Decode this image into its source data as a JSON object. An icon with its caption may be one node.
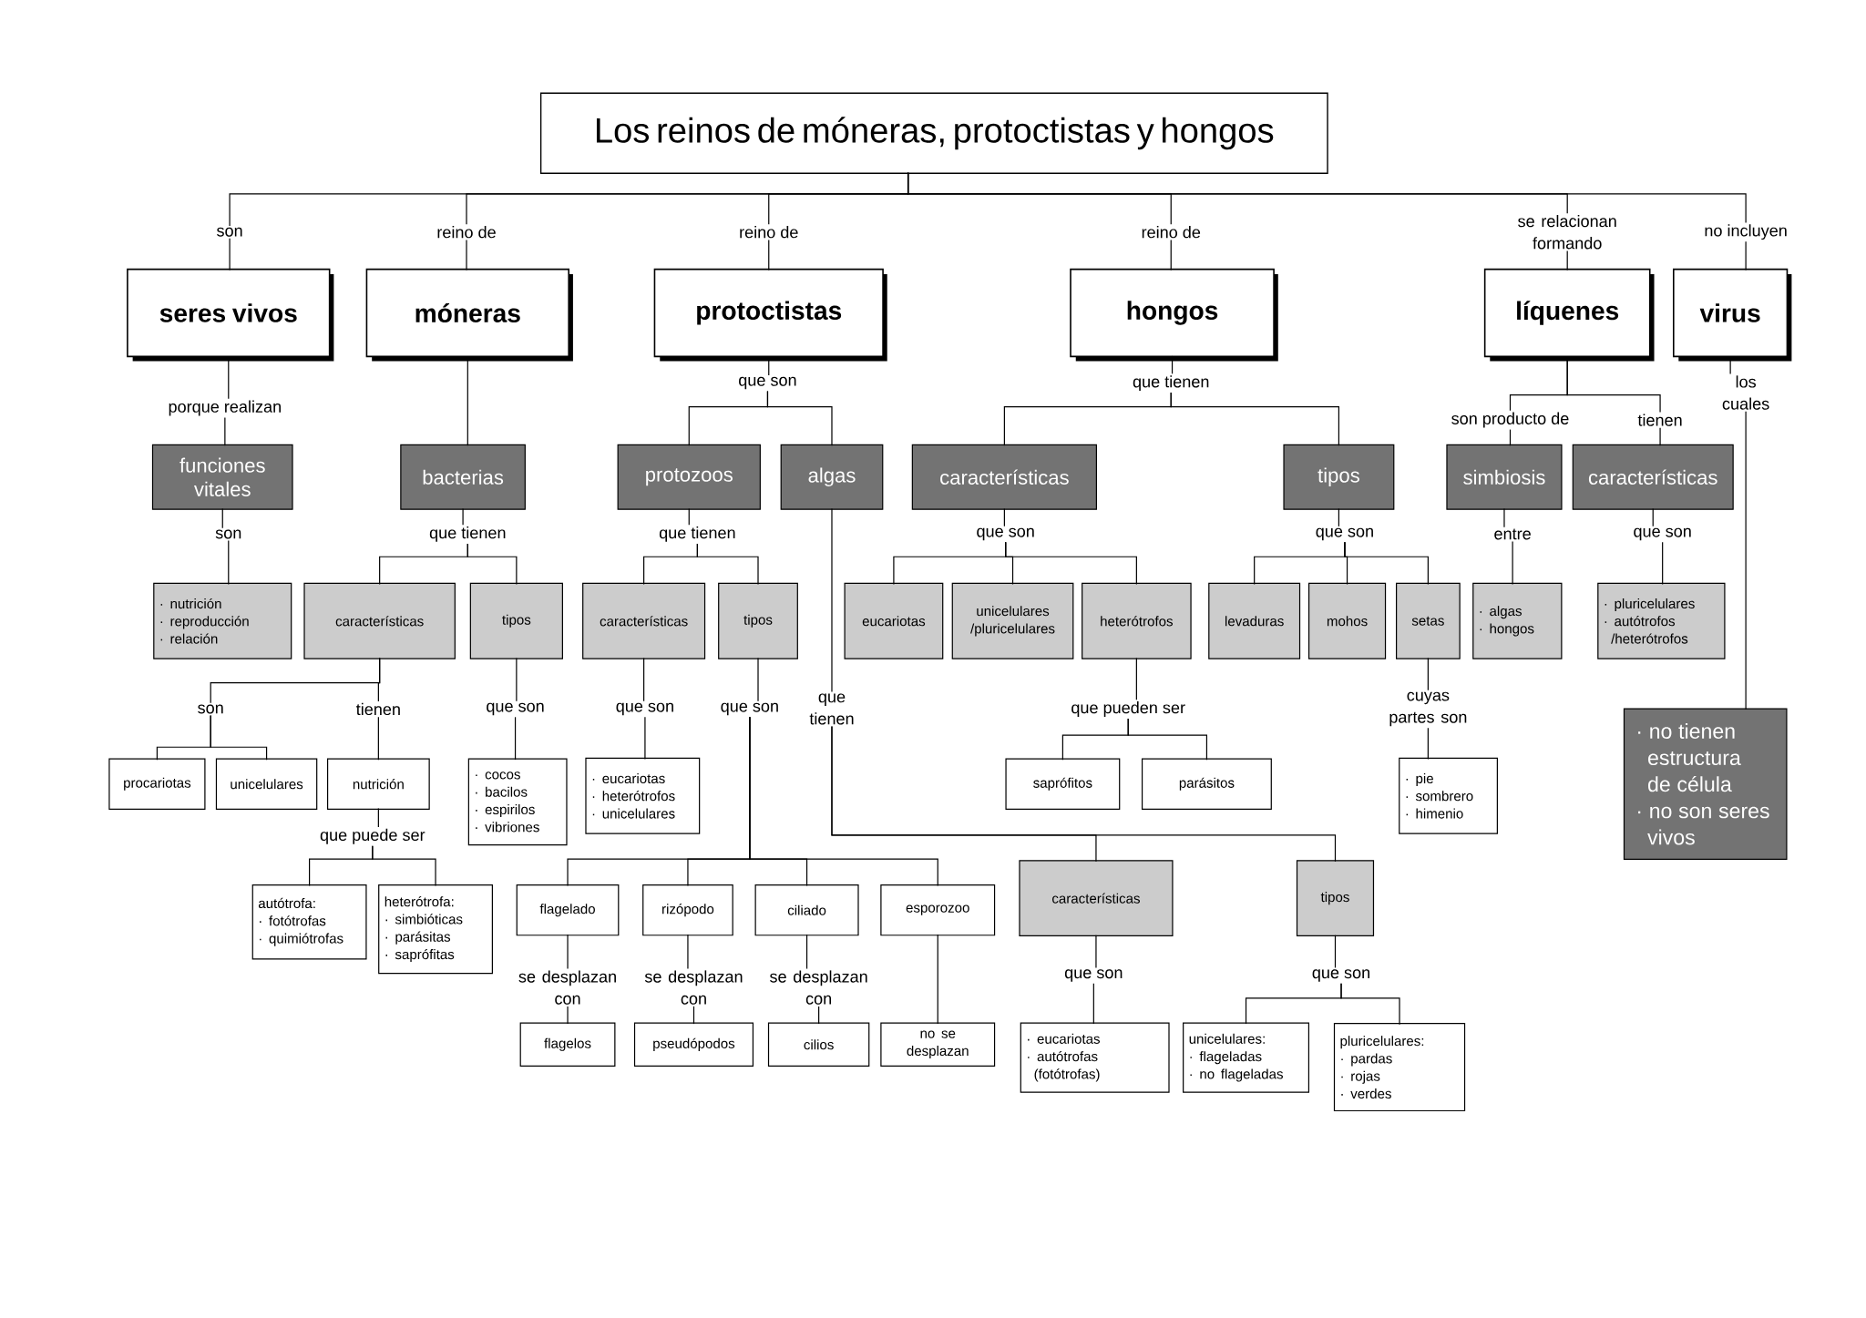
{
  "diagram": {
    "nodes": [
      {
        "text": [
          "Los reinos de móneras, protoctistas y hongos"
        ]
      },
      {
        "text": [
          "son"
        ]
      },
      {
        "text": [
          "reino de"
        ]
      },
      {
        "text": [
          "reino de"
        ]
      },
      {
        "text": [
          "reino de"
        ]
      },
      {
        "text": [
          "se relacionan formando"
        ]
      },
      {
        "text": [
          "no incluyen"
        ]
      },
      {
        "text": [
          "seres vivos"
        ]
      },
      {
        "text": [
          "móneras"
        ]
      },
      {
        "text": [
          "protoctistas"
        ]
      },
      {
        "text": [
          "hongos"
        ]
      },
      {
        "text": [
          "líquenes"
        ]
      },
      {
        "text": [
          "virus"
        ]
      },
      {
        "text": [
          "porque realizan"
        ]
      },
      {
        "text": [
          "que son"
        ]
      },
      {
        "text": [
          "que tienen"
        ]
      },
      {
        "text": [
          "son producto de"
        ]
      },
      {
        "text": [
          "tienen"
        ]
      },
      {
        "text": [
          "los cuales"
        ]
      },
      {
        "text": [
          "funciones vitales"
        ]
      },
      {
        "text": [
          "bacterias"
        ]
      },
      {
        "text": [
          "protozoos"
        ]
      },
      {
        "text": [
          "algas"
        ]
      },
      {
        "text": [
          "características"
        ]
      },
      {
        "text": [
          "tipos"
        ]
      },
      {
        "text": [
          "simbiosis"
        ]
      },
      {
        "text": [
          "características"
        ]
      },
      {
        "text": [
          "son"
        ]
      },
      {
        "text": [
          "que tienen"
        ]
      },
      {
        "text": [
          "que tienen"
        ]
      },
      {
        "text": [
          "que son"
        ]
      },
      {
        "text": [
          "que son"
        ]
      },
      {
        "text": [
          "entre"
        ]
      },
      {
        "text": [
          "que son"
        ]
      },
      {
        "text": [
          "· nutrición",
          "· reproducción",
          "· relación"
        ]
      },
      {
        "text": [
          "características"
        ]
      },
      {
        "text": [
          "tipos"
        ]
      },
      {
        "text": [
          "características"
        ]
      },
      {
        "text": [
          "tipos"
        ]
      },
      {
        "text": [
          "eucariotas"
        ]
      },
      {
        "text": [
          "unicelulares /pluricelulares"
        ]
      },
      {
        "text": [
          "heterótrofos"
        ]
      },
      {
        "text": [
          "levaduras"
        ]
      },
      {
        "text": [
          "mohos"
        ]
      },
      {
        "text": [
          "setas"
        ]
      },
      {
        "text": [
          "· algas",
          "· hongos"
        ]
      },
      {
        "text": [
          "· pluricelulares",
          "· autótrofos /heterótrofos"
        ]
      },
      {
        "text": [
          "son"
        ]
      },
      {
        "text": [
          "tienen"
        ]
      },
      {
        "text": [
          "que son"
        ]
      },
      {
        "text": [
          "que son"
        ]
      },
      {
        "text": [
          "que son"
        ]
      },
      {
        "text": [
          "que tienen"
        ]
      },
      {
        "text": [
          "que pueden ser"
        ]
      },
      {
        "text": [
          "cuyas partes son"
        ]
      },
      {
        "text": [
          "procariotas"
        ]
      },
      {
        "text": [
          "unicelulares"
        ]
      },
      {
        "text": [
          "nutrición"
        ]
      },
      {
        "text": [
          "· cocos",
          "· bacilos",
          "· espirilos",
          "· vibriones"
        ]
      },
      {
        "text": [
          "· eucariotas",
          "· heterótrofos",
          "· unicelulares"
        ]
      },
      {
        "text": [
          "saprófitos"
        ]
      },
      {
        "text": [
          "parásitos"
        ]
      },
      {
        "text": [
          "· pie",
          "· sombrero",
          "· himenio"
        ]
      },
      {
        "text": [
          "· no tienen estructura de célula",
          "· no son seres vivos"
        ]
      },
      {
        "text": [
          "que puede ser"
        ]
      },
      {
        "text": [
          "autótrofa:",
          "· fotótrofas",
          "· quimiótrofas"
        ]
      },
      {
        "text": [
          "heterótrofa:",
          "· simbióticas",
          "· parásitas",
          "· saprófitas"
        ]
      },
      {
        "text": [
          "flagelado"
        ]
      },
      {
        "text": [
          "rizópodo"
        ]
      },
      {
        "text": [
          "ciliado"
        ]
      },
      {
        "text": [
          "esporozoo"
        ]
      },
      {
        "text": [
          "características"
        ]
      },
      {
        "text": [
          "tipos"
        ]
      },
      {
        "text": [
          "se desplazan con"
        ]
      },
      {
        "text": [
          "se desplazan con"
        ]
      },
      {
        "text": [
          "se desplazan con"
        ]
      },
      {
        "text": [
          "que son"
        ]
      },
      {
        "text": [
          "que son"
        ]
      },
      {
        "text": [
          "flagelos"
        ]
      },
      {
        "text": [
          "pseudópodos"
        ]
      },
      {
        "text": [
          "cilios"
        ]
      },
      {
        "text": [
          "no se desplazan"
        ]
      },
      {
        "text": [
          "· eucariotas",
          "· autótrofas (fotótrofas)"
        ]
      },
      {
        "text": [
          "unicelulares:",
          "· flageladas",
          "· no flageladas"
        ]
      },
      {
        "text": [
          "pluricelulares:",
          "· pardas",
          "· rojas",
          "· verdes"
        ]
      }
    ],
    "edges": [
      {
        "from": 0,
        "to": 1,
        "arrow": "none"
      },
      {
        "from": 0,
        "to": 2,
        "arrow": "none"
      },
      {
        "from": 0,
        "to": 3,
        "arrow": "none"
      },
      {
        "from": 0,
        "to": 4,
        "arrow": "none"
      },
      {
        "from": 0,
        "to": 5,
        "arrow": "none"
      },
      {
        "from": 0,
        "to": 6,
        "arrow": "none"
      },
      {
        "from": 1,
        "to": 7,
        "arrow": "none"
      },
      {
        "from": 2,
        "to": 8,
        "arrow": "none"
      },
      {
        "from": 3,
        "to": 9,
        "arrow": "none"
      },
      {
        "from": 4,
        "to": 10,
        "arrow": "none"
      },
      {
        "from": 5,
        "to": 11,
        "arrow": "none"
      },
      {
        "from": 6,
        "to": 12,
        "arrow": "none"
      },
      {
        "from": 7,
        "to": 13,
        "arrow": "none"
      },
      {
        "from": 13,
        "to": 19,
        "arrow": "none"
      },
      {
        "from": 8,
        "to": 20,
        "arrow": "none"
      },
      {
        "from": 9,
        "to": 14,
        "arrow": "none"
      },
      {
        "from": 14,
        "to": 21,
        "arrow": "none"
      },
      {
        "from": 14,
        "to": 22,
        "arrow": "none"
      },
      {
        "from": 10,
        "to": 15,
        "arrow": "none"
      },
      {
        "from": 15,
        "to": 23,
        "arrow": "none"
      },
      {
        "from": 15,
        "to": 24,
        "arrow": "none"
      },
      {
        "from": 11,
        "to": 16,
        "arrow": "none"
      },
      {
        "from": 16,
        "to": 25,
        "arrow": "none"
      },
      {
        "from": 11,
        "to": 17,
        "arrow": "none"
      },
      {
        "from": 17,
        "to": 26,
        "arrow": "none"
      },
      {
        "from": 12,
        "to": 18,
        "arrow": "none"
      },
      {
        "from": 18,
        "to": 63,
        "arrow": "none"
      },
      {
        "from": 19,
        "to": 27,
        "arrow": "none"
      },
      {
        "from": 27,
        "to": 34,
        "arrow": "none"
      },
      {
        "from": 20,
        "to": 28,
        "arrow": "none"
      },
      {
        "from": 28,
        "to": 35,
        "arrow": "none"
      },
      {
        "from": 28,
        "to": 36,
        "arrow": "none"
      },
      {
        "from": 21,
        "to": 29,
        "arrow": "none"
      },
      {
        "from": 29,
        "to": 37,
        "arrow": "none"
      },
      {
        "from": 29,
        "to": 38,
        "arrow": "none"
      },
      {
        "from": 22,
        "to": 52,
        "arrow": "none"
      },
      {
        "from": 23,
        "to": 30,
        "arrow": "none"
      },
      {
        "from": 30,
        "to": 39,
        "arrow": "none"
      },
      {
        "from": 30,
        "to": 40,
        "arrow": "none"
      },
      {
        "from": 30,
        "to": 41,
        "arrow": "none"
      },
      {
        "from": 24,
        "to": 31,
        "arrow": "none"
      },
      {
        "from": 31,
        "to": 42,
        "arrow": "none"
      },
      {
        "from": 31,
        "to": 43,
        "arrow": "none"
      },
      {
        "from": 31,
        "to": 44,
        "arrow": "none"
      },
      {
        "from": 25,
        "to": 32,
        "arrow": "none"
      },
      {
        "from": 32,
        "to": 45,
        "arrow": "none"
      },
      {
        "from": 26,
        "to": 33,
        "arrow": "none"
      },
      {
        "from": 33,
        "to": 46,
        "arrow": "none"
      },
      {
        "from": 35,
        "to": 47,
        "arrow": "none"
      },
      {
        "from": 35,
        "to": 48,
        "arrow": "none"
      },
      {
        "from": 36,
        "to": 49,
        "arrow": "none"
      },
      {
        "from": 49,
        "to": 58,
        "arrow": "none"
      },
      {
        "from": 37,
        "to": 50,
        "arrow": "none"
      },
      {
        "from": 50,
        "to": 59,
        "arrow": "none"
      },
      {
        "from": 38,
        "to": 51,
        "arrow": "none"
      },
      {
        "from": 41,
        "to": 53,
        "arrow": "none"
      },
      {
        "from": 53,
        "to": 60,
        "arrow": "none"
      },
      {
        "from": 53,
        "to": 61,
        "arrow": "none"
      },
      {
        "from": 44,
        "to": 54,
        "arrow": "none"
      },
      {
        "from": 54,
        "to": 62,
        "arrow": "none"
      },
      {
        "from": 47,
        "to": 55,
        "arrow": "none"
      },
      {
        "from": 47,
        "to": 56,
        "arrow": "none"
      },
      {
        "from": 48,
        "to": 57,
        "arrow": "none"
      },
      {
        "from": 57,
        "to": 64,
        "arrow": "none"
      },
      {
        "from": 64,
        "to": 65,
        "arrow": "none"
      },
      {
        "from": 64,
        "to": 66,
        "arrow": "none"
      },
      {
        "from": 51,
        "to": 67,
        "arrow": "none"
      },
      {
        "from": 51,
        "to": 68,
        "arrow": "none"
      },
      {
        "from": 51,
        "to": 69,
        "arrow": "none"
      },
      {
        "from": 51,
        "to": 70,
        "arrow": "none"
      },
      {
        "from": 52,
        "to": 71,
        "arrow": "none"
      },
      {
        "from": 52,
        "to": 72,
        "arrow": "none"
      },
      {
        "from": 67,
        "to": 73,
        "arrow": "none"
      },
      {
        "from": 73,
        "to": 78,
        "arrow": "none"
      },
      {
        "from": 68,
        "to": 74,
        "arrow": "none"
      },
      {
        "from": 74,
        "to": 79,
        "arrow": "none"
      },
      {
        "from": 69,
        "to": 75,
        "arrow": "none"
      },
      {
        "from": 75,
        "to": 80,
        "arrow": "none"
      },
      {
        "from": 70,
        "to": 81,
        "arrow": "none"
      },
      {
        "from": 71,
        "to": 76,
        "arrow": "none"
      },
      {
        "from": 76,
        "to": 82,
        "arrow": "none"
      },
      {
        "from": 72,
        "to": 77,
        "arrow": "none"
      },
      {
        "from": 77,
        "to": 83,
        "arrow": "none"
      },
      {
        "from": 77,
        "to": 84,
        "arrow": "none"
      }
    ]
  }
}
